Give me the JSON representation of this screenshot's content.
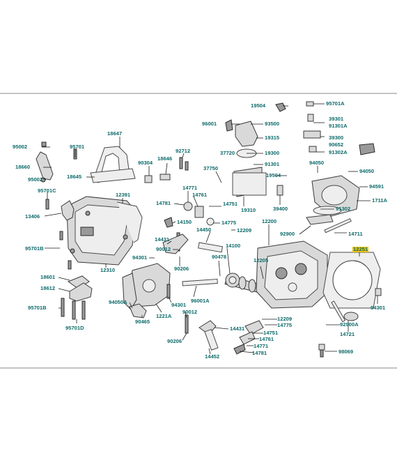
{
  "labels": {
    "l19504a": "19504",
    "l95701a": "95701A",
    "l96001": "96001",
    "l93500": "93500",
    "l39301": "39301",
    "l91301a": "91301A",
    "l19315": "19315",
    "l39300": "39300",
    "l90652": "90652",
    "l91302a": "91302A",
    "l18647": "18647",
    "l37720": "37720",
    "l19300": "19300",
    "l91301": "91301",
    "l95002a": "95002",
    "l95701": "95701",
    "l90304": "90304",
    "l18646": "18646",
    "l92712": "92712",
    "l37750": "37750",
    "l94050a": "94050",
    "l94050b": "94050",
    "l18660": "18660",
    "l18645": "18645",
    "l19504b": "19504",
    "l94591": "94591",
    "l95002b": "95002",
    "l14771": "14771",
    "l95701c": "95701C",
    "l12391": "12391",
    "l14781": "14781",
    "l14761": "14761",
    "l1711a": "1711A",
    "l19310": "19310",
    "l39400": "39400",
    "l91302": "91302",
    "l14751": "14751",
    "l13406": "13406",
    "l14150": "14150",
    "l14775a": "14775",
    "l12200": "12200",
    "l14450": "14450",
    "l12209a": "12209",
    "l92900": "92900",
    "l14711": "14711",
    "l14431a": "14431",
    "l95701b": "95701B",
    "l14100": "14100",
    "l12251": "12251",
    "l90012a": "90012",
    "l12310": "12310",
    "l94301a": "94301",
    "l90478": "90478",
    "l12205": "12205",
    "l90206a": "90206",
    "l18601": "18601",
    "l18612": "18612",
    "l96001a": "96001A",
    "l94301b": "94301",
    "l94301c": "94301",
    "l94050d": "94050A",
    "l90465": "90465",
    "l1221a": "1221A",
    "l95701bb": "95701B",
    "l90012b": "90012",
    "l12209b": "12209",
    "l14775b": "14775",
    "l92900a": "92900A",
    "l14431b": "14431",
    "l14751b": "14751",
    "l14761b": "14761",
    "l95701d": "95701D",
    "l90206b": "90206",
    "l14721": "14721",
    "l14771b": "14771",
    "l98069": "98069",
    "l14452": "14452",
    "l14781b": "14781"
  },
  "colors": {
    "label": "#0e6a6a",
    "highlight": "#f2c400",
    "frame": "#8a8a8a"
  }
}
